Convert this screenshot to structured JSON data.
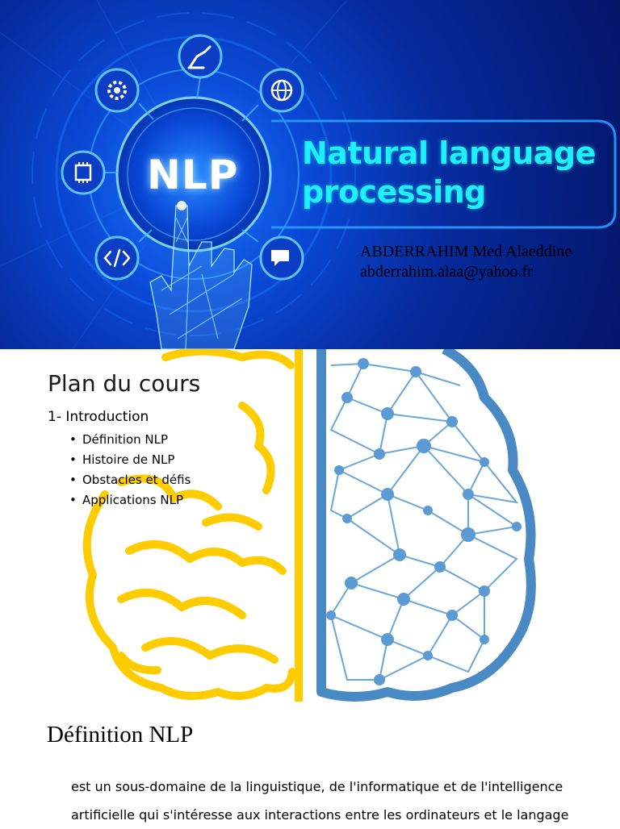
{
  "hero": {
    "badge": "NLP",
    "title_line1": "Natural language",
    "title_line2": "processing",
    "author_name": "ABDERRAHIM Med Alaeddine",
    "author_email": "abderrahim.alaa@yahoo.fr",
    "icons": [
      "robot-arm-icon",
      "gear-icon",
      "globe-icon",
      "chip-icon",
      "code-icon",
      "chat-icon",
      "hand-icon"
    ]
  },
  "plan": {
    "title": "Plan du cours",
    "section": "1- Introduction",
    "items": [
      "Définition NLP",
      "Histoire de NLP",
      "Obstacles et défis",
      "Applications NLP"
    ],
    "bullet": "•"
  },
  "definition": {
    "title": "Définition NLP",
    "line1": "est un sous-domaine de la linguistique, de l'informatique et de l'intelligence",
    "line2": "artificielle qui s'intéresse aux interactions entre les ordinateurs et le langage"
  },
  "colors": {
    "hero_bg": "#0a49d6",
    "accent_cyan": "#1ff0ff",
    "brain_yellow": "#ffcc00",
    "brain_blue": "#4a8ac4"
  }
}
